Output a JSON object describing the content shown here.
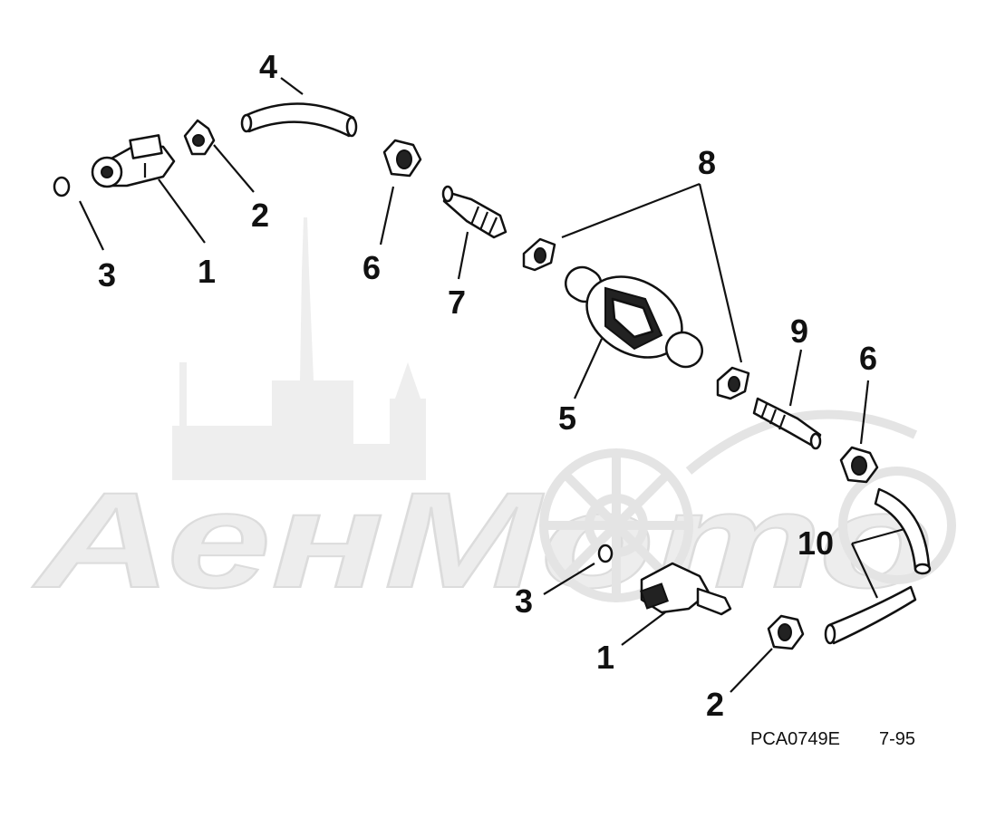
{
  "watermark": {
    "text": "АенМото"
  },
  "callouts": [
    {
      "id": "c1a",
      "label": "1"
    },
    {
      "id": "c2a",
      "label": "2"
    },
    {
      "id": "c3a",
      "label": "3"
    },
    {
      "id": "c4",
      "label": "4"
    },
    {
      "id": "c5",
      "label": "5"
    },
    {
      "id": "c6a",
      "label": "6"
    },
    {
      "id": "c6b",
      "label": "6"
    },
    {
      "id": "c7",
      "label": "7"
    },
    {
      "id": "c8",
      "label": "8"
    },
    {
      "id": "c9",
      "label": "9"
    },
    {
      "id": "c10",
      "label": "10"
    },
    {
      "id": "c3b",
      "label": "3"
    },
    {
      "id": "c1b",
      "label": "1"
    },
    {
      "id": "c2b",
      "label": "2"
    }
  ],
  "footer": {
    "code": "PCA0749E",
    "date": "7-95"
  }
}
